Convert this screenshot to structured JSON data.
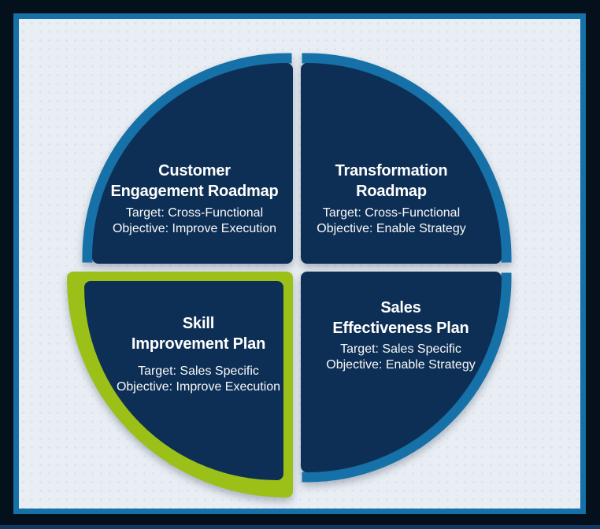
{
  "diagram": {
    "type": "quadrant-circle",
    "quadrants": [
      {
        "position": "top-left",
        "title_line1": "Customer",
        "title_line2": "Engagement Roadmap",
        "target": "Target: Cross-Functional",
        "objective": "Objective: Improve Execution",
        "ring": "blue"
      },
      {
        "position": "top-right",
        "title_line1": "Transformation",
        "title_line2": "Roadmap",
        "target": "Target: Cross-Functional",
        "objective": "Objective: Enable Strategy",
        "ring": "blue"
      },
      {
        "position": "bottom-left",
        "title_line1": "Skill",
        "title_line2": "Improvement Plan",
        "target": "Target: Sales Specific",
        "objective": "Objective: Improve Execution",
        "ring": "green"
      },
      {
        "position": "bottom-right",
        "title_line1": "Sales",
        "title_line2": "Effectiveness Plan",
        "target": "Target: Sales Specific",
        "objective": "Objective: Enable Strategy",
        "ring": "blue"
      }
    ]
  },
  "colors": {
    "navy": "#0e2f55",
    "blue": "#1571a8",
    "green": "#9bc018",
    "bg": "#e9eef4",
    "dot": "#d3dce6",
    "frame": "#04111d",
    "frameBorder": "#1571a8",
    "strip": "#123a61",
    "text": "#ffffff"
  }
}
